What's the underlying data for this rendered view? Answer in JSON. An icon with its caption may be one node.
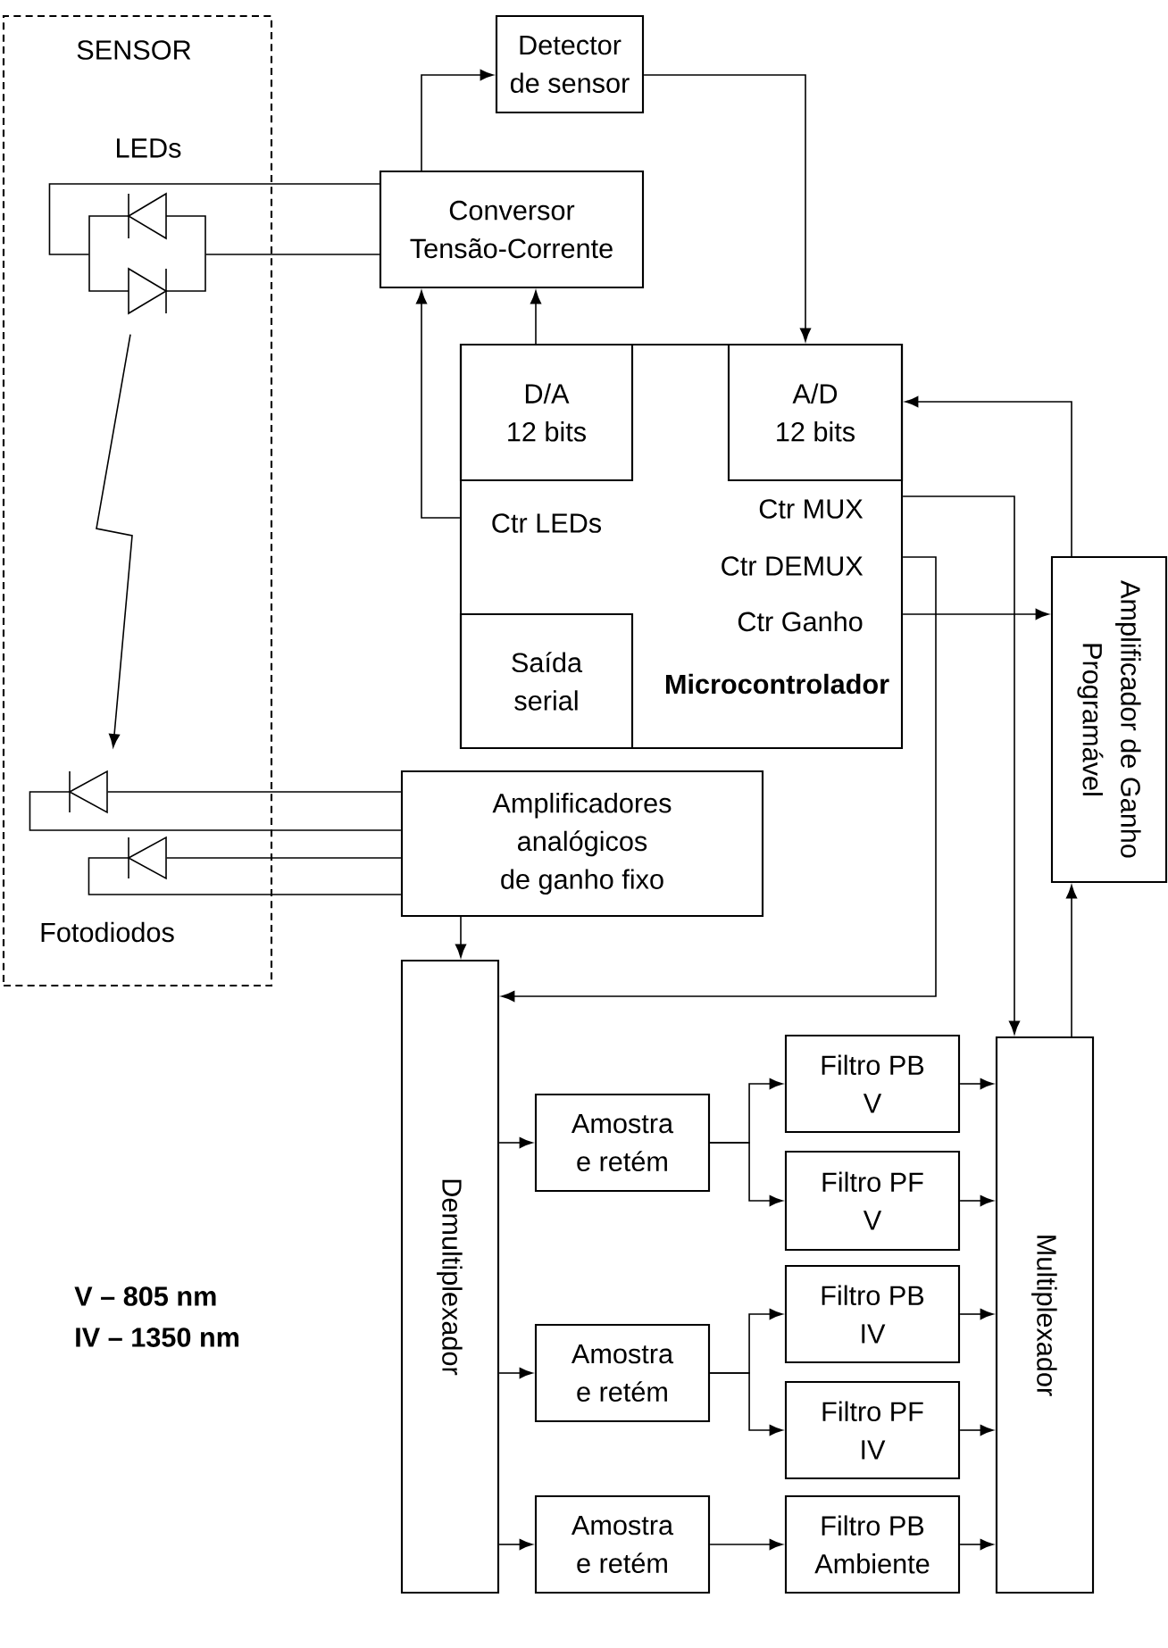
{
  "diagram": {
    "nodes": [
      {
        "text": [
          "SENSOR"
        ]
      },
      {
        "text": [],
        "shape": "diode",
        "in": 0,
        "beside": [
          "LEDs"
        ]
      },
      {
        "text": [
          "Detector de sensor"
        ]
      },
      {
        "text": [
          "Conversor Tensão-Corrente"
        ]
      },
      {
        "text": [
          "Ctr LEDs",
          "Ctr MUX",
          "Ctr DEMUX",
          "Ctr Ganho",
          "Microcontrolador"
        ]
      },
      {
        "text": [
          "D/A 12 bits"
        ],
        "in": 4
      },
      {
        "text": [
          "A/D 12 bits"
        ],
        "in": 4
      },
      {
        "text": [
          "Saída serial"
        ],
        "in": 4
      },
      {
        "text": [
          "Amplificador de Ganho Programável"
        ]
      },
      {
        "text": [],
        "shape": "diode",
        "in": 0
      },
      {
        "text": [],
        "shape": "diode",
        "in": 0
      },
      {
        "text": [
          "Amplificadores analógicos de ganho fixo"
        ]
      },
      {
        "text": [
          "Demultiplexador"
        ]
      },
      {
        "text": [
          "Amostra e retém"
        ]
      },
      {
        "text": [
          "Filtro PB V"
        ]
      },
      {
        "text": [
          "Filtro PF V"
        ]
      },
      {
        "text": [
          "Amostra e retém"
        ]
      },
      {
        "text": [
          "Filtro PB IV"
        ]
      },
      {
        "text": [
          "Filtro PF IV"
        ]
      },
      {
        "text": [
          "Amostra e retém"
        ]
      },
      {
        "text": [
          "Filtro PB Ambiente"
        ]
      },
      {
        "text": [
          "Multiplexador"
        ]
      }
    ],
    "edges": [
      {
        "from": 1,
        "to": 3,
        "arrow": "none"
      },
      {
        "from": 1,
        "to": 3,
        "arrow": "none"
      },
      {
        "from": 3,
        "to": 2,
        "arrow": "to"
      },
      {
        "from": 2,
        "to": 6,
        "arrow": "to"
      },
      {
        "from": 5,
        "to": 3,
        "arrow": "to"
      },
      {
        "from": 4,
        "to": 3,
        "arrow": "to"
      },
      {
        "from": 8,
        "to": 6,
        "arrow": "to"
      },
      {
        "from": 4,
        "to": 21,
        "arrow": "to"
      },
      {
        "from": 4,
        "to": 12,
        "arrow": "to"
      },
      {
        "from": 4,
        "to": 8,
        "arrow": "to"
      },
      {
        "from": 21,
        "to": 8,
        "arrow": "to"
      },
      {
        "from": 1,
        "to": 9,
        "arrow": "to"
      },
      {
        "from": 9,
        "to": 11,
        "arrow": "none"
      },
      {
        "from": 9,
        "to": 11,
        "arrow": "none"
      },
      {
        "from": 10,
        "to": 11,
        "arrow": "none"
      },
      {
        "from": 10,
        "to": 11,
        "arrow": "none"
      },
      {
        "from": 11,
        "to": 12,
        "arrow": "to"
      },
      {
        "from": 12,
        "to": 13,
        "arrow": "to"
      },
      {
        "from": 12,
        "to": 16,
        "arrow": "to"
      },
      {
        "from": 12,
        "to": 19,
        "arrow": "to"
      },
      {
        "from": 13,
        "to": 14,
        "arrow": "to"
      },
      {
        "from": 13,
        "to": 15,
        "arrow": "to"
      },
      {
        "from": 16,
        "to": 17,
        "arrow": "to"
      },
      {
        "from": 16,
        "to": 18,
        "arrow": "to"
      },
      {
        "from": 19,
        "to": 20,
        "arrow": "to"
      },
      {
        "from": 14,
        "to": 21,
        "arrow": "to"
      },
      {
        "from": 15,
        "to": 21,
        "arrow": "to"
      },
      {
        "from": 17,
        "to": 21,
        "arrow": "to"
      },
      {
        "from": 18,
        "to": 21,
        "arrow": "to"
      },
      {
        "from": 20,
        "to": 21,
        "arrow": "to"
      }
    ],
    "labels": [
      "Fotodiodos",
      "V – 805 nm",
      "IV – 1350 nm"
    ]
  }
}
